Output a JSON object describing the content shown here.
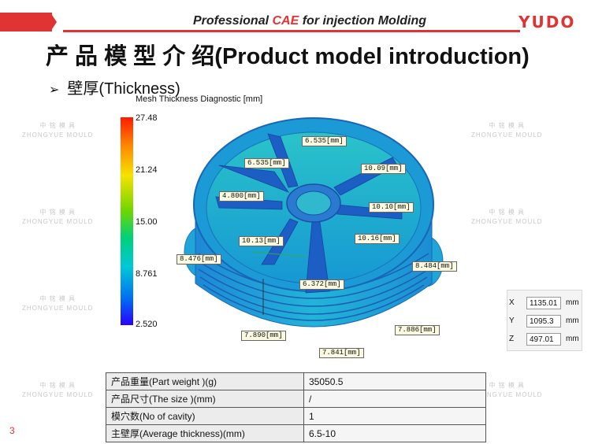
{
  "header": {
    "title_prefix": "Professional ",
    "title_accent": "CAE",
    "title_suffix": " for injection Molding",
    "brand": "YUDO"
  },
  "page_title": "产 品 模 型 介 绍(Product model introduction)",
  "subtitle": {
    "bullet": "➢",
    "text": "壁厚(Thickness)"
  },
  "diagnostic": {
    "title": "Mesh Thickness Diagnostic [mm]",
    "legend_ticks": [
      "27.48",
      "21.24",
      "15.00",
      "8.761",
      "2.520"
    ],
    "callouts": [
      "6.535[mm]",
      "6.535[mm]",
      "10.09[mm]",
      "4.800[mm]",
      "10.10[mm]",
      "10.13[mm]",
      "10.16[mm]",
      "8.476[mm]",
      "8.484[mm]",
      "6.372[mm]",
      "7.890[mm]",
      "7.886[mm]",
      "7.841[mm]"
    ]
  },
  "watermark": {
    "line1": "中 铭 模 具",
    "line2": "ZHONGYUE MOULD"
  },
  "coordinates": [
    {
      "axis": "X",
      "value": "1135.01",
      "unit": "mm"
    },
    {
      "axis": "Y",
      "value": "1095.3",
      "unit": "mm"
    },
    {
      "axis": "Z",
      "value": "497.01",
      "unit": "mm"
    }
  ],
  "table": [
    {
      "label": "产品重量(Part weight )(g)",
      "value": "35050.5"
    },
    {
      "label": "产品尺寸(The size )(mm)",
      "value": "/"
    },
    {
      "label": "模穴数(No of cavity)",
      "value": "1"
    },
    {
      "label": "主壁厚(Average thickness)(mm)",
      "value": "6.5-10"
    }
  ],
  "page_number": "3",
  "colors": {
    "accent": "#e03434",
    "model_main": "#1aa8d8",
    "model_dark": "#1860c0"
  }
}
